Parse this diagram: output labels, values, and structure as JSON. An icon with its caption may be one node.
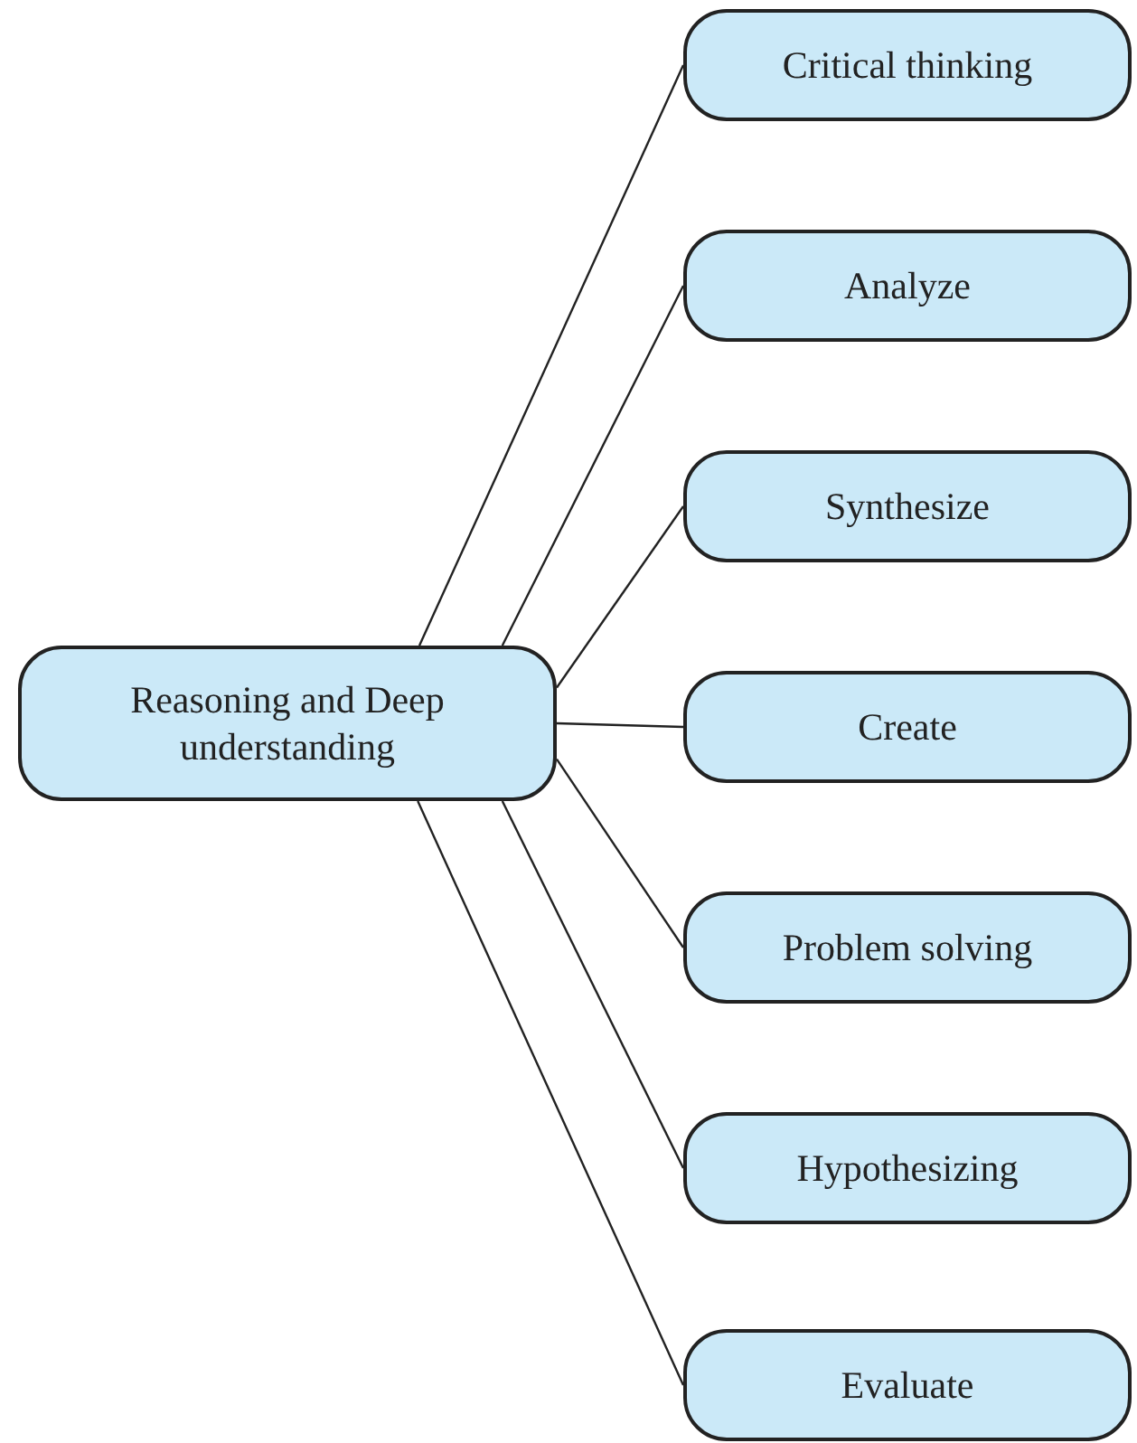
{
  "diagram": {
    "nodes": [
      {
        "text": [
          "Reasoning and Deep understanding"
        ]
      },
      {
        "text": [
          "Critical thinking"
        ]
      },
      {
        "text": [
          "Analyze"
        ]
      },
      {
        "text": [
          "Synthesize"
        ]
      },
      {
        "text": [
          "Create"
        ]
      },
      {
        "text": [
          "Problem solving"
        ]
      },
      {
        "text": [
          "Hypothesizing"
        ]
      },
      {
        "text": [
          "Evaluate"
        ]
      }
    ],
    "edges": [
      {
        "from": 0,
        "to": 1,
        "arrow": "none"
      },
      {
        "from": 0,
        "to": 2,
        "arrow": "none"
      },
      {
        "from": 0,
        "to": 3,
        "arrow": "none"
      },
      {
        "from": 0,
        "to": 4,
        "arrow": "none"
      },
      {
        "from": 0,
        "to": 5,
        "arrow": "none"
      },
      {
        "from": 0,
        "to": 6,
        "arrow": "none"
      },
      {
        "from": 0,
        "to": 7,
        "arrow": "none"
      }
    ]
  }
}
